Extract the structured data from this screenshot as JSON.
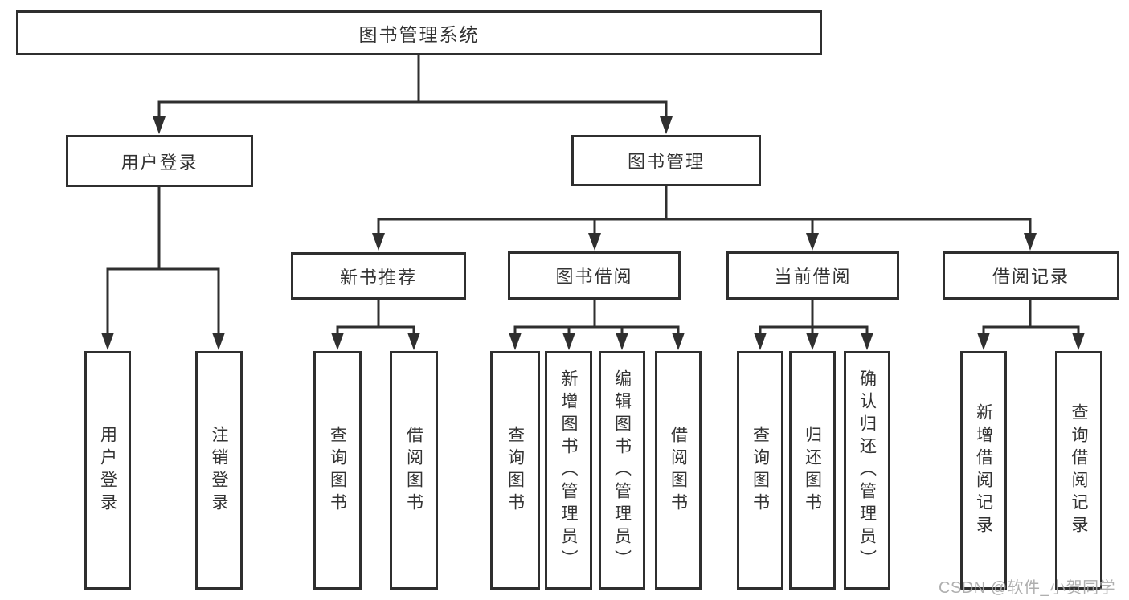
{
  "nodes": {
    "root": "图书管理系统",
    "user_login": "用户登录",
    "book_mgmt": "图书管理",
    "new_book_rec": "新书推荐",
    "book_borrow": "图书借阅",
    "current_borrow": "当前借阅",
    "borrow_records": "借阅记录",
    "ul_user_login": "用户登录",
    "ul_logout": "注销登录",
    "nb_query_book": "查询图书",
    "nb_borrow_book": "借阅图书",
    "bb_query_book": "查询图书",
    "bb_add_book": "新增图书（管理员）",
    "bb_edit_book": "编辑图书（管理员）",
    "bb_borrow_book": "借阅图书",
    "cb_query_book": "查询图书",
    "cb_return_book": "归还图书",
    "cb_confirm_return": "确认归还（管理员）",
    "br_add_record": "新增借阅记录",
    "br_query_record": "查询借阅记录"
  },
  "watermark": "CSDN @软件_小贺同学",
  "colors": {
    "line": "#2f2f2f",
    "text": "#333333",
    "watermark": "#a9a9a9",
    "background": "#ffffff"
  }
}
